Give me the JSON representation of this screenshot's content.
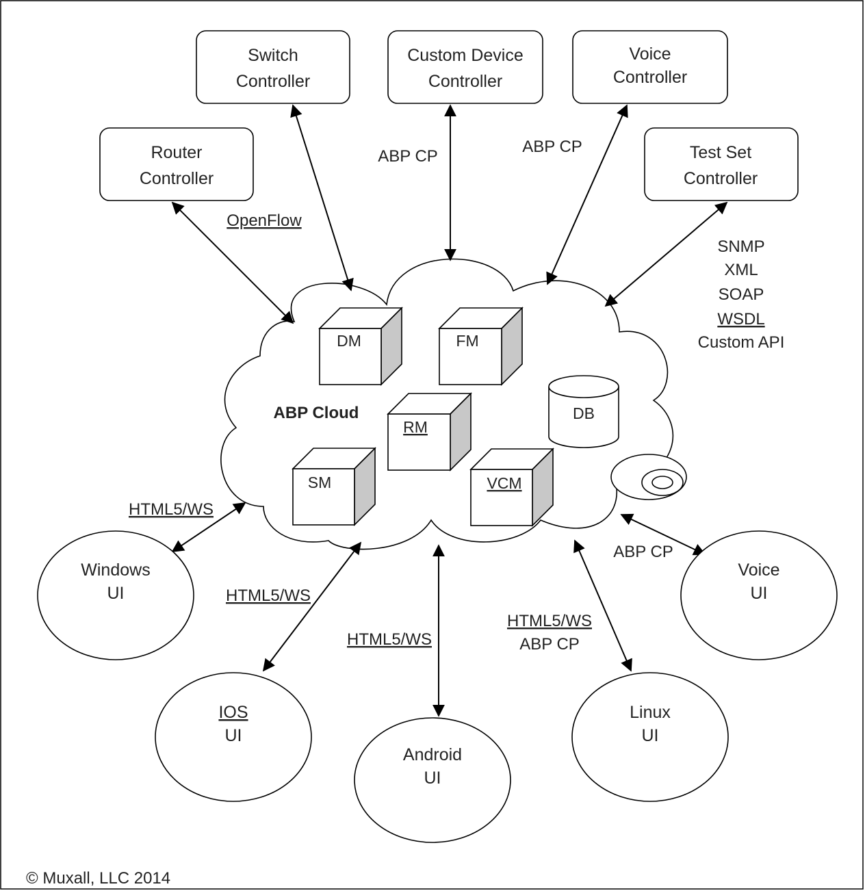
{
  "controllers": {
    "switch": {
      "line1": "Switch",
      "line2": "Controller"
    },
    "custom_device": {
      "line1": "Custom Device",
      "line2": "Controller"
    },
    "voice": {
      "line1": "Voice",
      "line2": "Controller"
    },
    "router": {
      "line1": "Router",
      "line2": "Controller"
    },
    "test_set": {
      "line1": "Test Set",
      "line2": "Controller"
    }
  },
  "link_labels": {
    "openflow": "OpenFlow",
    "abp_cp_left": "ABP CP",
    "abp_cp_right": "ABP CP",
    "api_list": [
      "SNMP",
      "XML",
      "SOAP",
      "WSDL",
      "Custom API"
    ],
    "windows_link": "HTML5/WS",
    "ios_link": "HTML5/WS",
    "android_link": "HTML5/WS",
    "linux_link_1": "HTML5/WS",
    "linux_link_2": "ABP CP",
    "voice_link": "ABP CP"
  },
  "cloud": {
    "title": "ABP Cloud",
    "modules": {
      "dm": "DM",
      "fm": "FM",
      "rm": "RM",
      "sm": "SM",
      "vcm": "VCM",
      "db": "DB"
    }
  },
  "clients": {
    "windows": {
      "line1": "Windows",
      "line2": "UI"
    },
    "ios": {
      "line1": "IOS",
      "line2": "UI"
    },
    "android": {
      "line1": "Android",
      "line2": "UI"
    },
    "linux": {
      "line1": "Linux",
      "line2": "UI"
    },
    "voice": {
      "line1": "Voice",
      "line2": "UI"
    }
  },
  "footer": {
    "copyright": "© Muxall, LLC 2014"
  },
  "colors": {
    "line": "#000000",
    "cube_side": "#c8c8c8",
    "squiggle": "#d11111"
  },
  "icons": [
    "cube-icon",
    "database-cylinder-icon",
    "disk-icon",
    "cloud-shape"
  ]
}
